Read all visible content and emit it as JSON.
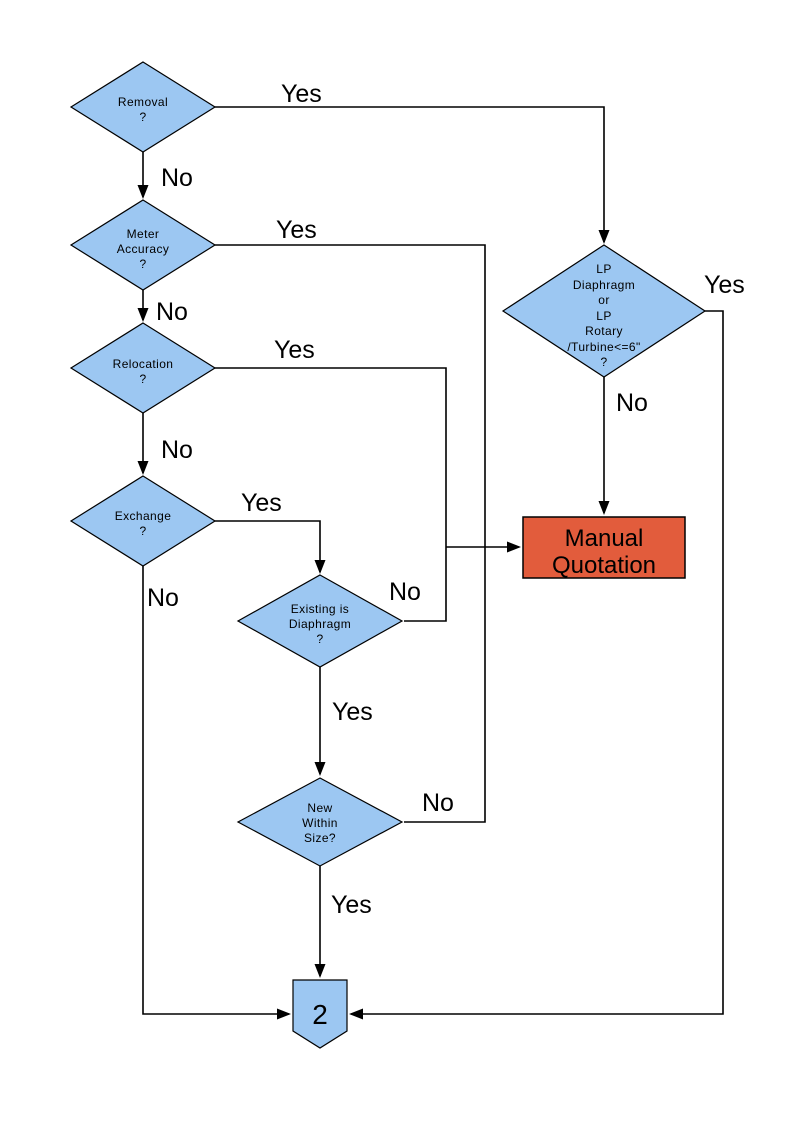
{
  "palette": {
    "background": "#FFFFFF",
    "node_fill": "#9CC7F2",
    "node_stroke": "#000000",
    "connector_color": "#000000",
    "manual_quotation_fill": "#E25C3C"
  },
  "nodes": {
    "removal": {
      "lines": [
        "Removal",
        "?"
      ]
    },
    "meter_accuracy": {
      "lines": [
        "Meter",
        "Accuracy",
        "?"
      ]
    },
    "relocation": {
      "lines": [
        "Relocation",
        "?"
      ]
    },
    "exchange": {
      "lines": [
        "Exchange",
        "?"
      ]
    },
    "existing_is_diaphragm": {
      "lines": [
        "Existing is",
        "Diaphragm",
        "?"
      ]
    },
    "new_within_size": {
      "lines": [
        "New",
        "Within",
        "Size?"
      ]
    },
    "lp": {
      "lines": [
        "LP",
        "Diaphragm",
        "or",
        "LP",
        "Rotary",
        "/Turbine<=6\"",
        "?"
      ]
    },
    "manual_quotation": {
      "lines": [
        "Manual",
        "Quotation"
      ]
    },
    "connector_2": {
      "label": "2"
    }
  },
  "edge_labels": {
    "removal_yes": "Yes",
    "removal_no": "No",
    "meter_accuracy_yes": "Yes",
    "meter_accuracy_no": "No",
    "relocation_yes": "Yes",
    "relocation_no": "No",
    "exchange_yes": "Yes",
    "exchange_no": "No",
    "existing_yes": "Yes",
    "existing_no": "No",
    "new_within_size_yes": "Yes",
    "new_within_size_no": "No",
    "lp_yes": "Yes",
    "lp_no": "No"
  }
}
